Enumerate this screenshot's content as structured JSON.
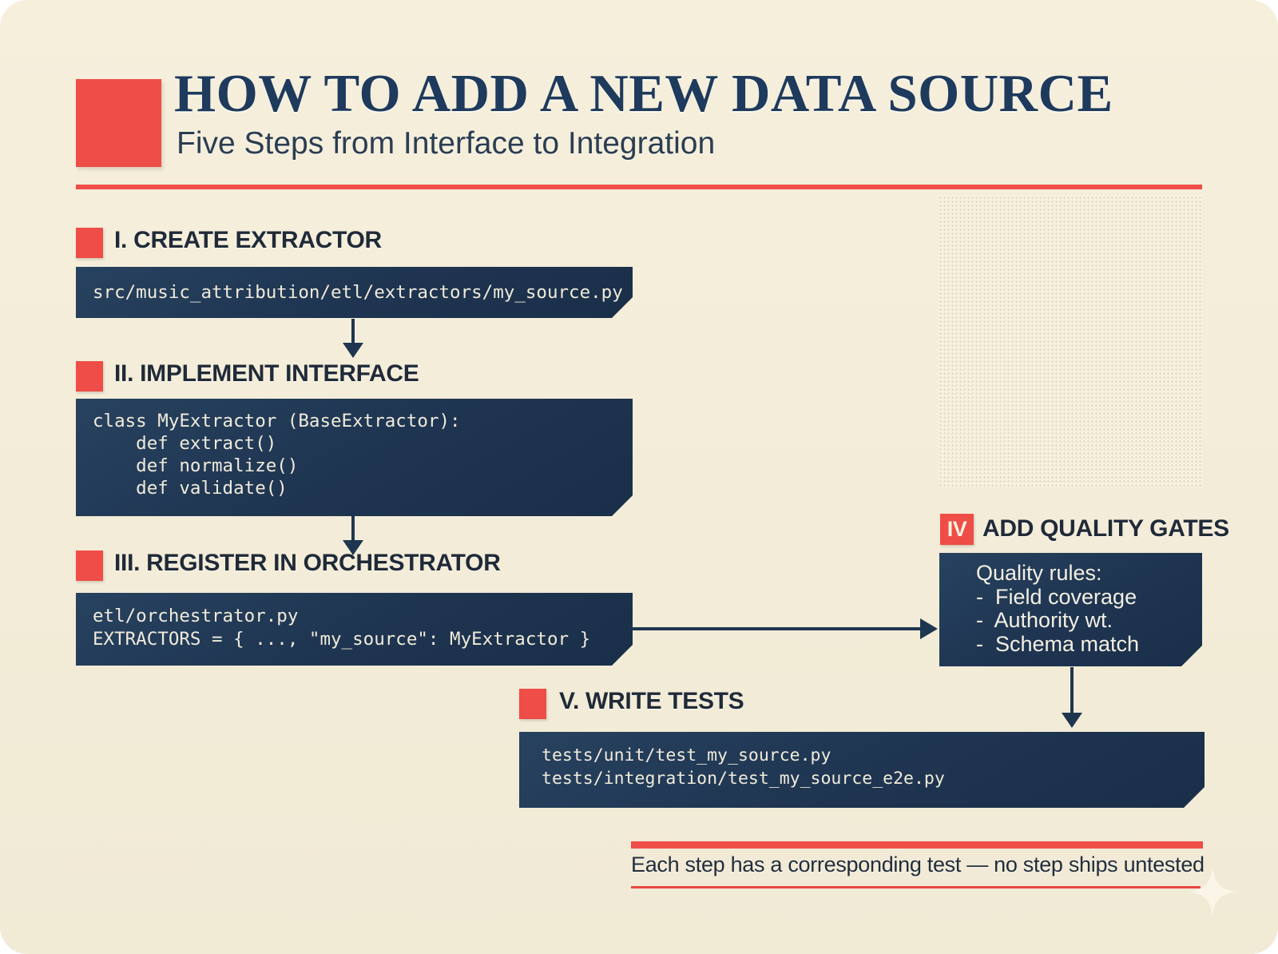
{
  "header": {
    "title": "HOW TO ADD A NEW DATA SOURCE",
    "subtitle": "Five Steps from Interface to Integration"
  },
  "steps": {
    "s1": {
      "label": "I. CREATE EXTRACTOR",
      "code": [
        "src/music_attribution/etl/extractors/my_source.py"
      ]
    },
    "s2": {
      "label": "II. IMPLEMENT INTERFACE",
      "code": [
        "class MyExtractor (BaseExtractor):",
        "    def extract()",
        "    def normalize()",
        "    def validate()"
      ]
    },
    "s3": {
      "label": "III. REGISTER IN ORCHESTRATOR",
      "code": [
        "etl/orchestrator.py",
        "EXTRACTORS = { ..., \"my_source\": MyExtractor }"
      ]
    },
    "s4": {
      "badge": "IV",
      "label": "ADD QUALITY GATES",
      "lines": [
        "Quality rules:",
        "-  Field coverage",
        "-  Authority wt.",
        "-  Schema match"
      ]
    },
    "s5": {
      "label": "V. WRITE TESTS",
      "code": [
        "tests/unit/test_my_source.py",
        "tests/integration/test_my_source_e2e.py"
      ]
    }
  },
  "footer": {
    "note": "Each step has a corresponding test — no step ships untested"
  },
  "icons": {
    "sparkle": "sparkle-icon"
  },
  "colors": {
    "background": "#f3edda",
    "navy_box": "#1f3650",
    "accent_red": "#ef4d47",
    "title_navy": "#1e3a5c",
    "ink": "#212d3b",
    "code_text": "#f0ebdb"
  }
}
